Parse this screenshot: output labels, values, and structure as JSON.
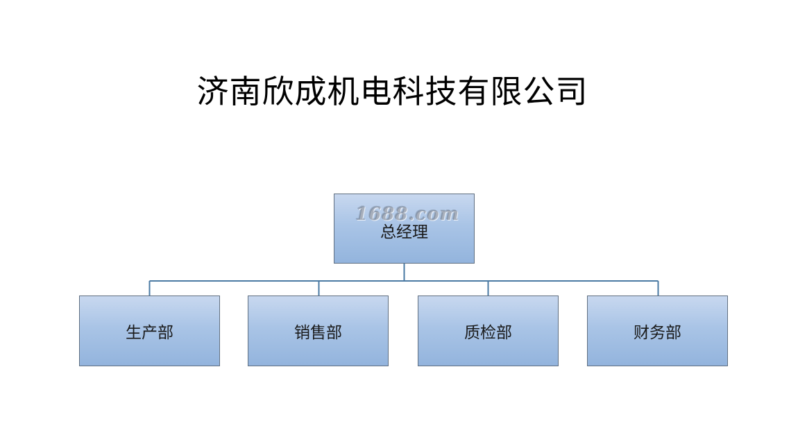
{
  "title": "济南欣成机电科技有限公司",
  "org_chart": {
    "root": {
      "label": "总经理"
    },
    "children": [
      {
        "label": "生产部"
      },
      {
        "label": "销售部"
      },
      {
        "label": "质检部"
      },
      {
        "label": "财务部"
      }
    ]
  },
  "watermark": "1688.com",
  "colors": {
    "box_fill_top": "#c8d8ef",
    "box_fill_bottom": "#93b4dd",
    "box_border": "#5f6e80",
    "connector": "#4a7aa3"
  }
}
